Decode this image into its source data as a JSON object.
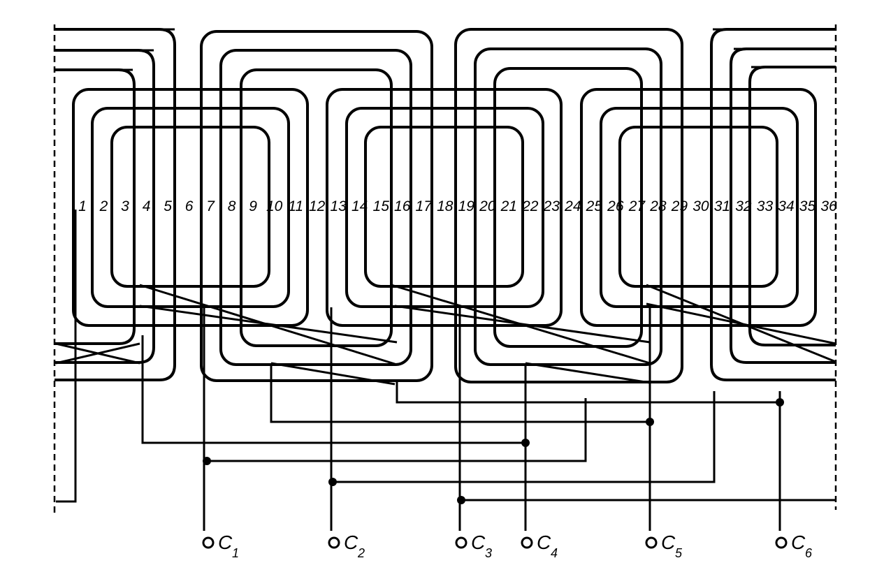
{
  "diagram": {
    "slot_numbers": [
      "1",
      "2",
      "3",
      "4",
      "5",
      "6",
      "7",
      "8",
      "9",
      "10",
      "11",
      "12",
      "13",
      "14",
      "15",
      "16",
      "17",
      "18",
      "19",
      "20",
      "21",
      "22",
      "23",
      "24",
      "25",
      "26",
      "27",
      "28",
      "29",
      "30",
      "31",
      "32",
      "33",
      "34",
      "35",
      "36"
    ],
    "terminals": [
      {
        "id": "C1",
        "letter": "C",
        "sub": "1"
      },
      {
        "id": "C2",
        "letter": "C",
        "sub": "2"
      },
      {
        "id": "C3",
        "letter": "C",
        "sub": "3"
      },
      {
        "id": "C4",
        "letter": "C",
        "sub": "4"
      },
      {
        "id": "C5",
        "letter": "C",
        "sub": "5"
      },
      {
        "id": "C6",
        "letter": "C",
        "sub": "6"
      }
    ]
  }
}
